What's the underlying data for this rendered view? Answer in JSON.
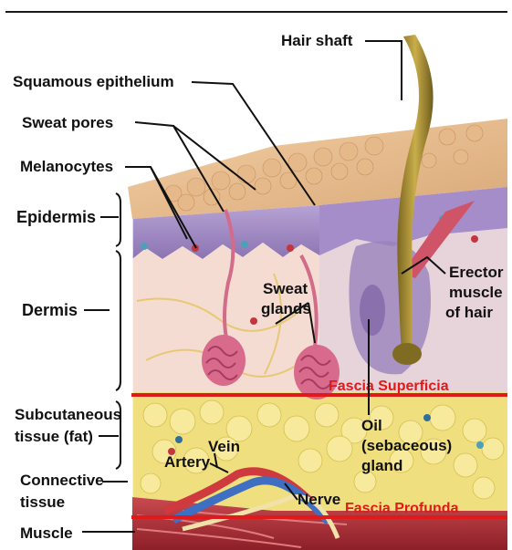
{
  "labels": {
    "hair_shaft": "Hair shaft",
    "squamous_epithelium": "Squamous epithelium",
    "sweat_pores": "Sweat pores",
    "melanocytes": "Melanocytes",
    "epidermis": "Epidermis",
    "dermis": "Dermis",
    "sweat_glands_1": "Sweat",
    "sweat_glands_2": "glands",
    "erector_1": "Erector",
    "erector_2": "muscle",
    "erector_3": "of hair",
    "subcutaneous_1": "Subcutaneous",
    "subcutaneous_2": "tissue (fat)",
    "oil_1": "Oil",
    "oil_2": "(sebaceous)",
    "oil_3": "gland",
    "vein": "Vein",
    "artery": "Artery",
    "connective_1": "Connective",
    "connective_2": "tissue",
    "nerve": "Nerve",
    "muscle": "Muscle"
  },
  "annotations": {
    "fascia_superficialis": "Fascia Superficia",
    "fascia_profunda": "Fascia Profunda"
  },
  "colors": {
    "annotation_red": "#e01a1a",
    "epidermis": "#9b86c0",
    "dermis": "#f3d7cf",
    "fat": "#f1e07a",
    "muscle": "#b3333c",
    "hair": "#a88f2a"
  }
}
